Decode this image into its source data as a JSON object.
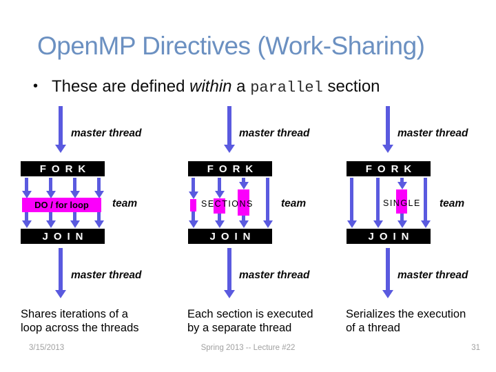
{
  "title": "OpenMP Directives (Work-Sharing)",
  "bullet": {
    "marker": "•",
    "text_before": "These are defined ",
    "text_italic": "within",
    "text_mid": " a ",
    "text_code": "parallel",
    "text_after": " section"
  },
  "diagram_labels": {
    "master_thread": "master thread",
    "team": "team",
    "fork": "FORK",
    "join": "JOIN"
  },
  "columns": [
    {
      "id": "do-for-loop",
      "work_label": "DO / for loop",
      "caption_lines": [
        "Shares iterations of a",
        "loop across the threads"
      ]
    },
    {
      "id": "sections",
      "work_label": "SECTIONS",
      "caption_lines": [
        "Each section is executed",
        "by a separate thread"
      ]
    },
    {
      "id": "single",
      "work_label": "SINGLE",
      "caption_lines": [
        "Serializes the execution",
        "of a thread"
      ]
    }
  ],
  "footer": {
    "date": "3/15/2013",
    "course": "Spring 2013 -- Lecture #22",
    "page_number": "31"
  },
  "colors": {
    "title_blue": "#6B90C1",
    "arrow_blue": "#5A5ADF",
    "work_box_magenta": "#FB00FB",
    "bar_black": "#000000",
    "bar_text_white": "#FFFFFF",
    "footer_gray": "#A0A0A0"
  }
}
